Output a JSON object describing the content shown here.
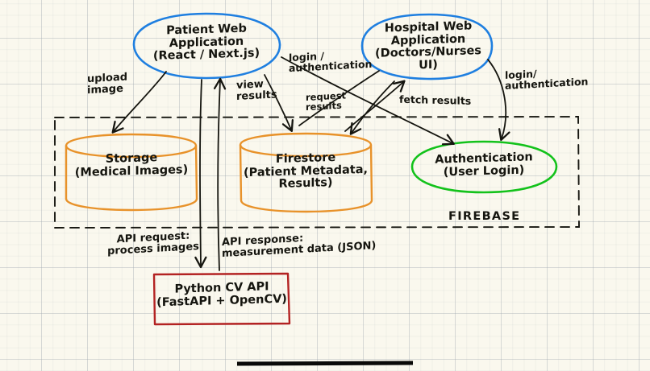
{
  "diagram": {
    "title_bar_present": true,
    "nodes": [
      {
        "id": "patient-web-app",
        "label": "Patient Web\nApplication\n(React / Next.js)",
        "shape": "ellipse",
        "color": "#1f7fe0"
      },
      {
        "id": "hospital-web-app",
        "label": "Hospital Web\nApplication\n(Doctors/Nurses\nUI)",
        "shape": "ellipse",
        "color": "#1f7fe0"
      },
      {
        "id": "storage",
        "label": "Storage\n(Medical Images)",
        "shape": "cylinder",
        "color": "#e8922a"
      },
      {
        "id": "firestore",
        "label": "Firestore\n(Patient Metadata,\nResults)",
        "shape": "cylinder",
        "color": "#e8922a"
      },
      {
        "id": "authentication",
        "label": "Authentication\n(User Login)",
        "shape": "ellipse",
        "color": "#13c21b"
      },
      {
        "id": "python-cv-api",
        "label": "Python CV API\n(FastAPI + OpenCV)",
        "shape": "rectangle",
        "color": "#b32222"
      }
    ],
    "group": {
      "id": "firebase-group",
      "label": "FIREBASE",
      "style": "dashed",
      "color": "#15150f"
    },
    "edges": [
      {
        "id": "upload-image",
        "label": "upload\nimage",
        "from": "patient-web-app",
        "to": "storage"
      },
      {
        "id": "view-results",
        "label": "view\nresults",
        "from": "python-cv-api",
        "to": "patient-web-app"
      },
      {
        "id": "login-auth-patient",
        "label": "login /\nauthentication",
        "from": "patient-web-app",
        "to": "authentication"
      },
      {
        "id": "request-results",
        "label": "request\nresults",
        "from": "patient-web-app",
        "to": "firestore"
      },
      {
        "id": "fetch-results",
        "label": "fetch results",
        "from": "hospital-web-app",
        "to": "firestore"
      },
      {
        "id": "login-auth-hospital",
        "label": "login/\nauthentication",
        "from": "hospital-web-app",
        "to": "authentication"
      },
      {
        "id": "api-request",
        "label": "API request:\nprocess images",
        "from": "patient-web-app",
        "to": "python-cv-api"
      },
      {
        "id": "api-response",
        "label": "API response:\nmeasurement data (JSON)",
        "from": "python-cv-api",
        "to": "patient-web-app"
      }
    ],
    "colors": {
      "paper": "#faf8ee",
      "grid": "#96a0aa",
      "ink": "#15150f",
      "blue": "#1f7fe0",
      "orange": "#e8922a",
      "green": "#13c21b",
      "red": "#b32222"
    }
  }
}
